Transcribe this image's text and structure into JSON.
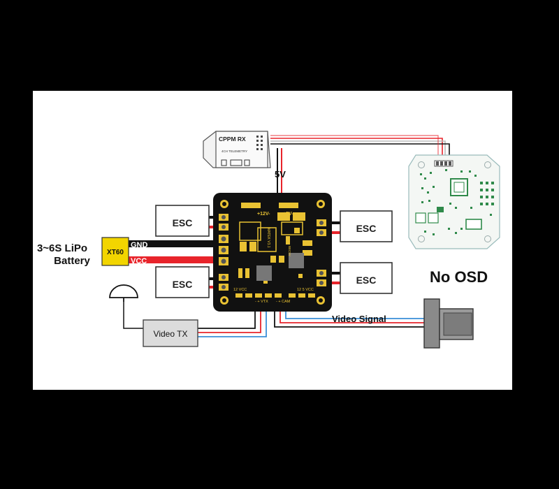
{
  "receiver": {
    "title": "CPPM RX",
    "subtitle": "4CH TELEMETRY",
    "voltage_label": "5V"
  },
  "battery": {
    "label_line1": "3~6S LiPo",
    "label_line2": "Battery",
    "connector": "XT60",
    "gnd_label": "GND",
    "vcc_label": "VCC"
  },
  "escs": {
    "top_left": "ESC",
    "bottom_left": "ESC",
    "top_right": "ESC",
    "bottom_right": "ESC"
  },
  "pdb": {
    "rail_12v": "+12V-",
    "rail_5v": "+5V-",
    "model": "MATEK V3.1",
    "side_text": "BEC5V",
    "bottom_left": "12 VCC",
    "vtx_pins": "- +  VTX",
    "cam_pins": "- +  CAM",
    "bottom_right": "12  5  VCC"
  },
  "video": {
    "tx_label": "Video TX",
    "signal_label": "Video Signal"
  },
  "status": {
    "osd": "No OSD"
  },
  "colors": {
    "gnd_wire": "#111111",
    "vcc_wire": "#e8242b",
    "signal_wire": "#d8d8d8",
    "video_wire": "#3a8fd8",
    "connector_yellow": "#f2d500",
    "board_pad": "#e9c233",
    "board_body": "#111111",
    "fc_green": "#2f8a4a"
  }
}
